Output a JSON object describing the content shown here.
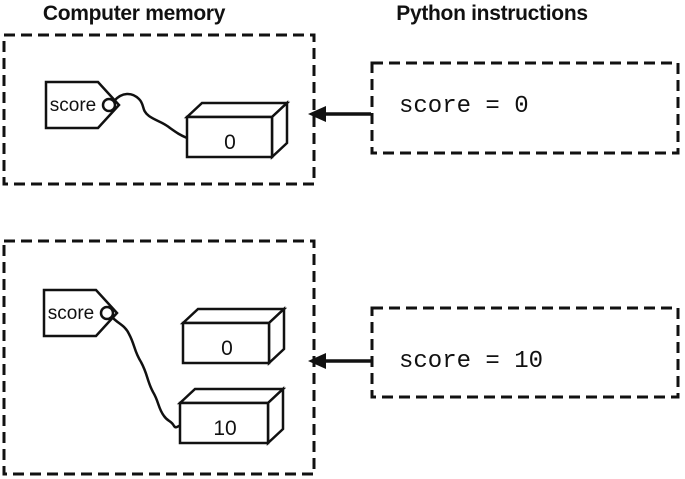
{
  "header": {
    "left_title": "Computer memory",
    "right_title": "Python instructions"
  },
  "colors": {
    "ink": "#111111",
    "background": "#ffffff"
  },
  "steps": [
    {
      "code": "score = 0",
      "tag_label": "score",
      "memory_boxes": [
        {
          "value": "0"
        }
      ]
    },
    {
      "code": "score = 10",
      "tag_label": "score",
      "memory_boxes": [
        {
          "value": "0"
        },
        {
          "value": "10"
        }
      ]
    }
  ]
}
